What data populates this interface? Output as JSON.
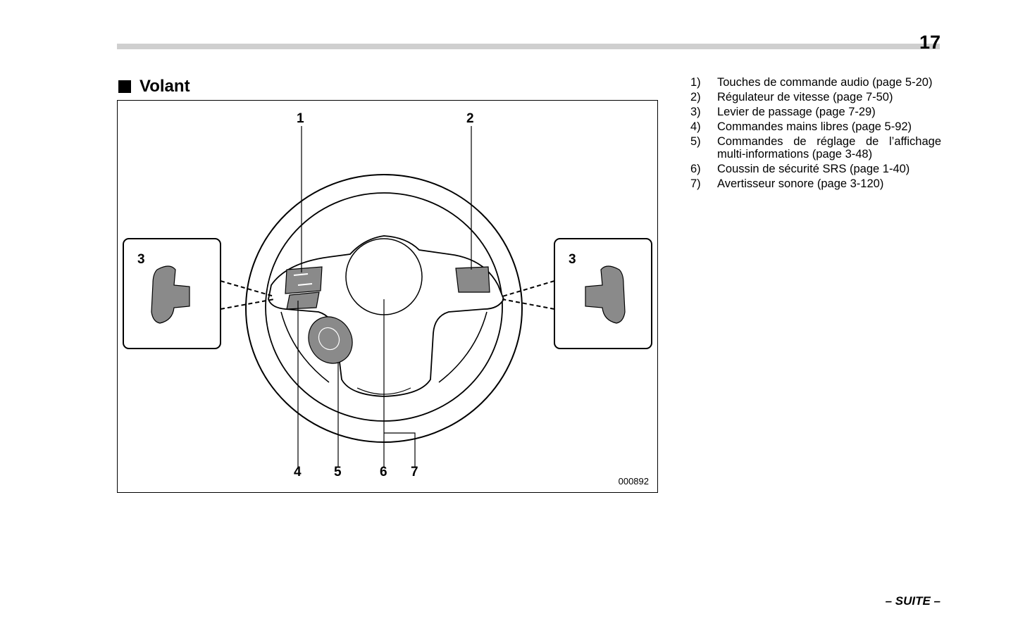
{
  "page": {
    "number": "17",
    "continued_label": "– SUITE –"
  },
  "section": {
    "title": "Volant"
  },
  "figure": {
    "code": "000892",
    "callouts": {
      "c1": "1",
      "c2": "2",
      "c3_left": "3",
      "c3_right": "3",
      "c4": "4",
      "c5": "5",
      "c6": "6",
      "c7": "7"
    }
  },
  "legend": {
    "items": [
      {
        "num": "1)",
        "text": "Touches de commande audio (page 5-20)"
      },
      {
        "num": "2)",
        "text": "Régulateur de vitesse (page 7-50)"
      },
      {
        "num": "3)",
        "text": "Levier de passage (page 7-29)"
      },
      {
        "num": "4)",
        "text": "Commandes mains libres (page 5-92)"
      },
      {
        "num": "5)",
        "text": "Commandes de réglage de l’affichage multi-informations (page 3-48)"
      },
      {
        "num": "6)",
        "text": "Coussin de sécurité SRS (page 1-40)"
      },
      {
        "num": "7)",
        "text": "Avertisseur sonore (page 3-120)"
      }
    ]
  }
}
